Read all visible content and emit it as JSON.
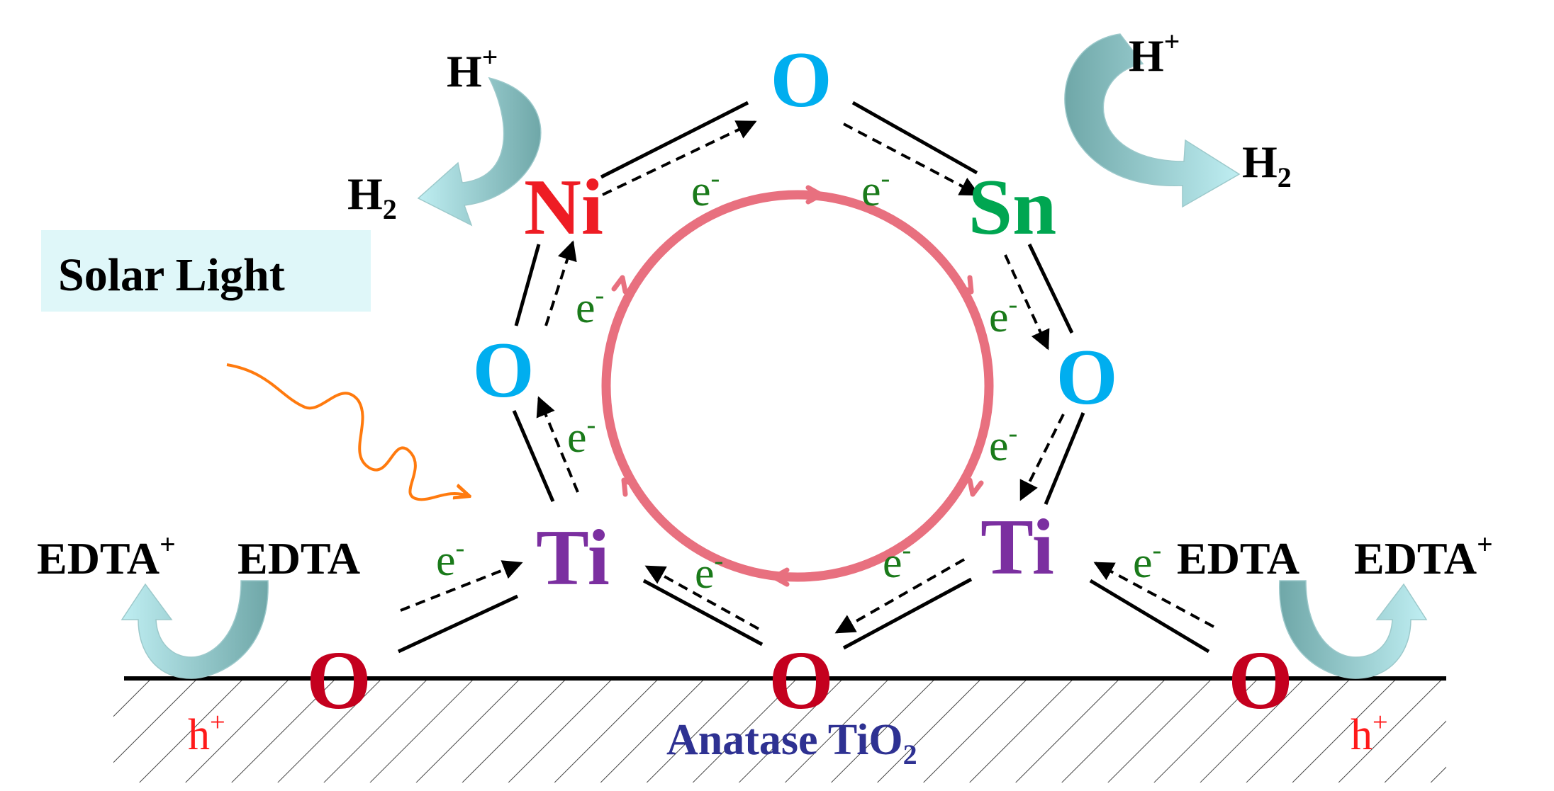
{
  "solar_light": {
    "label": "Solar Light",
    "box_color": "#dff7f9",
    "wave_color": "#ff7a0e"
  },
  "atoms": {
    "ni": {
      "symbol": "Ni",
      "color": "#ee1c24"
    },
    "sn": {
      "symbol": "Sn",
      "color": "#00a651"
    },
    "ti": {
      "symbol": "Ti",
      "color": "#7b2fa0"
    },
    "o_ring": {
      "symbol": "O",
      "color": "#00aeef"
    },
    "o_surface": {
      "symbol": "O",
      "color": "#c4001e"
    }
  },
  "electron": {
    "base": "e",
    "charge": "-",
    "color": "#1a7a1a"
  },
  "hole": {
    "base": "h",
    "charge": "+",
    "color": "#ff1a1a"
  },
  "proton": {
    "base": "H",
    "charge": "+"
  },
  "hydrogen": {
    "base": "H",
    "sub": "2"
  },
  "edta": {
    "reduced": "EDTA",
    "oxidized_base": "EDTA",
    "oxidized_charge": "+"
  },
  "substrate": {
    "base": "Anatase TiO",
    "sub": "2",
    "color": "#2e3192"
  },
  "colors": {
    "cycle_ring": "#e8707f",
    "curved_arrow_dark": "#6fa7a8",
    "curved_arrow_light": "#bfeef2"
  }
}
